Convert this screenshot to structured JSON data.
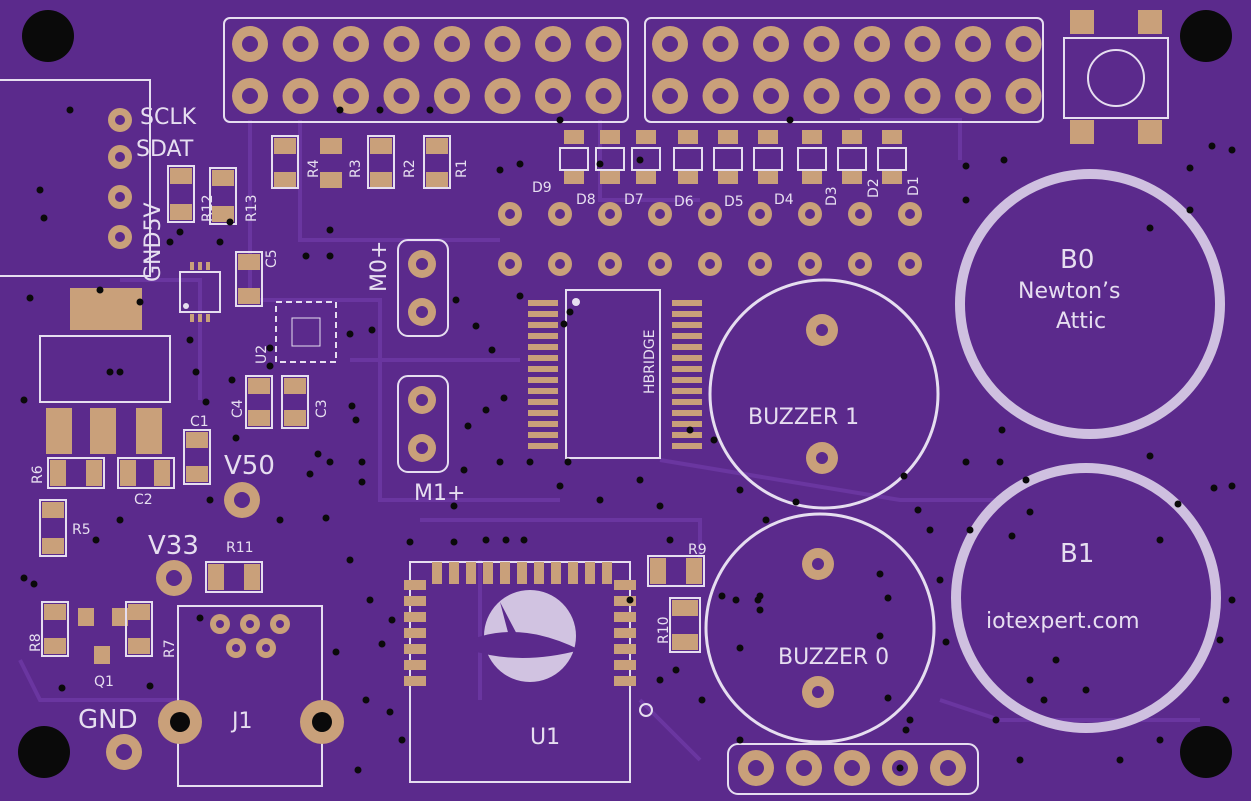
{
  "colors": {
    "board": "#5b2a8c",
    "board_dark": "#4a1f77",
    "trace": "#6a36a0",
    "copper": "#c9a07a",
    "copper_dark": "#a77c57",
    "silkscreen": "#e6def0",
    "drill": "#0a0a0a"
  },
  "labels": {
    "sclk": "SCLK",
    "sdat": "SDAT",
    "gnd5v": "GND5V",
    "r12": "R12",
    "r13": "R13",
    "r4": "R4",
    "r3": "R3",
    "r2": "R2",
    "r1": "R1",
    "d9": "D9",
    "d8": "D8",
    "d7": "D7",
    "d6": "D6",
    "d5": "D5",
    "d4": "D4",
    "d3": "D3",
    "d2": "D2",
    "d1": "D1",
    "c5": "C5",
    "u2": "U2",
    "m0": "M0+",
    "m1": "M1+",
    "hbridge": "HBRIDGE",
    "c4": "C4",
    "c3": "C3",
    "c1": "C1",
    "c2": "C2",
    "r6": "R6",
    "r5": "R5",
    "v50": "V50",
    "v33": "V33",
    "r11": "R11",
    "r8": "R8",
    "r7": "R7",
    "q1": "Q1",
    "gnd": "GND",
    "j1": "J1",
    "u1": "U1",
    "r9": "R9",
    "r10": "R10",
    "buzzer1": "BUZZER 1",
    "buzzer0": "BUZZER 0",
    "b0": "B0",
    "newtons": "Newton’s",
    "attic": "Attic",
    "b1": "B1",
    "iotexpert": "iotexpert.com"
  }
}
